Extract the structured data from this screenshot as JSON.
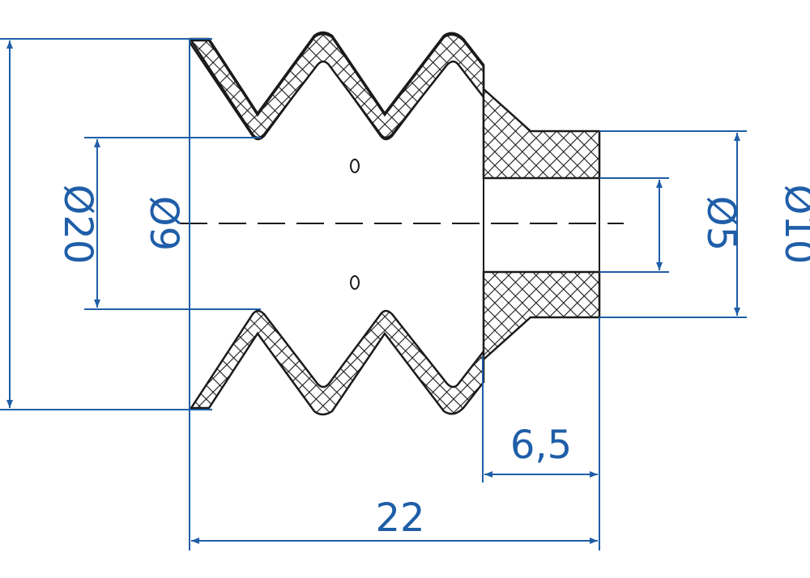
{
  "dimensions": {
    "outer_diameter": "Ø20",
    "inner_diameter": "Ø9",
    "bore_diameter": "Ø5",
    "neck_diameter": "Ø10",
    "neck_length": "6,5",
    "overall_length": "22"
  },
  "colors": {
    "dimension": "#1f5ea8",
    "outline": "#1a1a1a",
    "hatch": "#1a1a1a",
    "background": "#ffffff"
  }
}
